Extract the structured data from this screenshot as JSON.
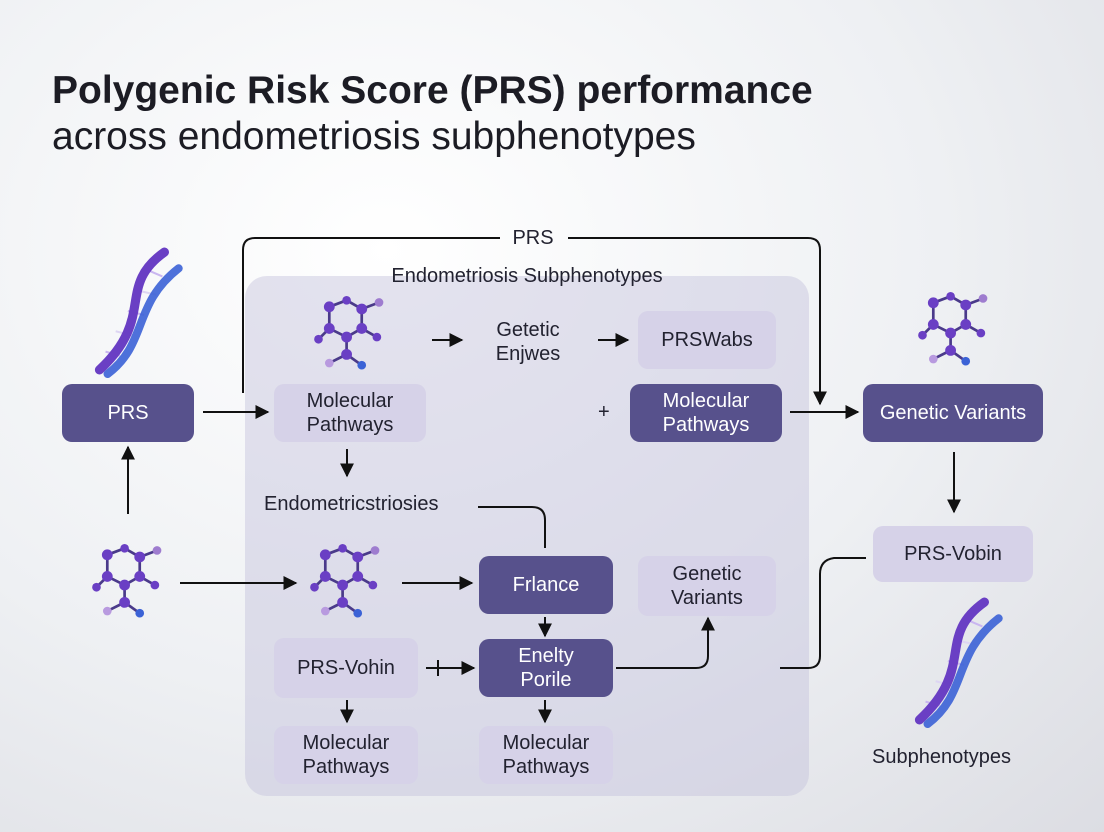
{
  "title": {
    "line1": "Polygenic Risk Score (PRS) performance",
    "line2": "across endometriosis subphenotypes"
  },
  "labels": {
    "prs_top": "PRS",
    "panel_heading": "Endometriosis Subphenotypes",
    "getetic_enjwes": "Getetic\nEnjwes",
    "endometric": "Endometricstriosies",
    "plus": "+",
    "subphenotypes": "Subphenotypes"
  },
  "boxes": {
    "prs_left": "PRS",
    "molecular_pathways_a": "Molecular\nPathways",
    "prswabs": "PRSWabs",
    "molecular_pathways_b": "Molecular\nPathways",
    "genetic_variants_right": "Genetic Variants",
    "prs_vobin_right": "PRS-Vobin",
    "frlance": "Frlance",
    "genetic_variants_mid": "Genetic\nVariants",
    "prs_vohin": "PRS-Vohin",
    "enelty_porile": "Enelty\nPorile",
    "molecular_pathways_c": "Molecular\nPathways",
    "molecular_pathways_d": "Molecular\nPathways"
  },
  "icons": [
    "dna-helix-icon",
    "molecule-icon"
  ],
  "colors": {
    "dark_box": "#57518c",
    "light_box": "#d6d2e8",
    "panel": "#c4c0dc",
    "accent_purple": "#6a3fc4",
    "dna_blue": "#3b62d6"
  }
}
